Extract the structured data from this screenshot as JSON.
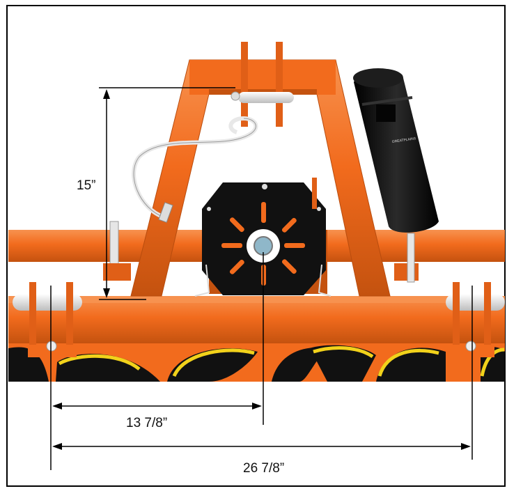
{
  "dimensions": {
    "height_label": "15”",
    "half_width_label": "13 7/8”",
    "full_width_label": "26 7/8”"
  },
  "brand_text": "GREATPLAINS",
  "colors": {
    "frame_orange": "#F26B1D",
    "frame_shadow": "#C4520F",
    "plate_black": "#111111",
    "tine_yellow": "#F2D21B",
    "pin_white": "#EDEDED",
    "dimension_line": "#000000"
  }
}
